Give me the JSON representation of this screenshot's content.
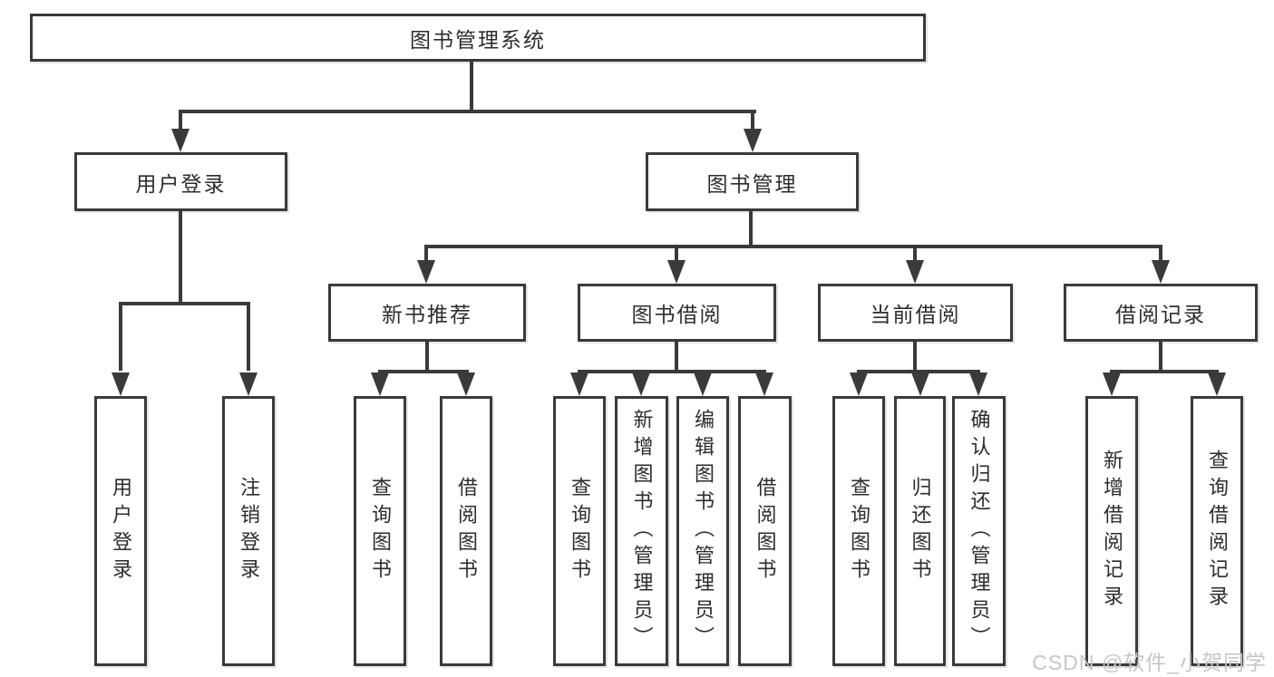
{
  "diagram": {
    "title": "图书管理系统",
    "children": [
      {
        "label": "用户登录",
        "children": [
          {
            "label": "用户登录"
          },
          {
            "label": "注销登录"
          }
        ]
      },
      {
        "label": "图书管理",
        "children": [
          {
            "label": "新书推荐",
            "children": [
              {
                "label": "查询图书"
              },
              {
                "label": "借阅图书"
              }
            ]
          },
          {
            "label": "图书借阅",
            "children": [
              {
                "label": "查询图书"
              },
              {
                "label": "新增图书（管理员）"
              },
              {
                "label": "编辑图书（管理员）"
              },
              {
                "label": "借阅图书"
              }
            ]
          },
          {
            "label": "当前借阅",
            "children": [
              {
                "label": "查询图书"
              },
              {
                "label": "归还图书"
              },
              {
                "label": "确认归还（管理员）"
              }
            ]
          },
          {
            "label": "借阅记录",
            "children": [
              {
                "label": "新增借阅记录"
              },
              {
                "label": "查询借阅记录"
              }
            ]
          }
        ]
      }
    ]
  },
  "watermark": {
    "text": "CSDN @软件_小贺同学"
  },
  "colors": {
    "line": "#3a3a3a",
    "text": "#2d2d2d",
    "background": "#ffffff",
    "watermark": "#c6c6c6"
  }
}
